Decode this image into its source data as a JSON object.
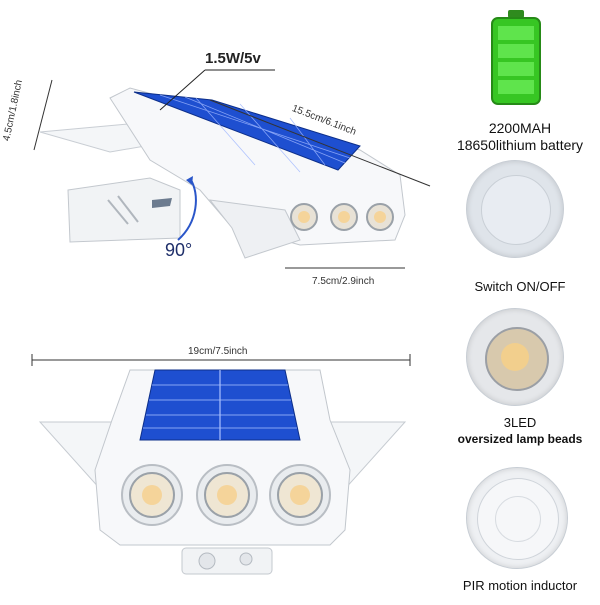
{
  "top_view": {
    "power_label": "1.5W/5v",
    "height_label": "4.5cm/1.8inch",
    "length_label": "15.5cm/6.1inch",
    "rotation_label": "90°",
    "depth_label": "7.5cm/2.9inch"
  },
  "front_view": {
    "width_label": "19cm/7.5inch"
  },
  "features": [
    {
      "icon": "battery-icon",
      "line1": "2200MAH",
      "line2": "18650lithium battery"
    },
    {
      "icon": "switch-icon",
      "line1": "Switch ON/OFF",
      "line2": ""
    },
    {
      "icon": "led-icon",
      "line1": "3LED",
      "line2": "oversized lamp beads"
    },
    {
      "icon": "pir-sensor-icon",
      "line1": "PIR motion inductor",
      "line2": ""
    }
  ],
  "colors": {
    "panel_blue": "#1e4fd0",
    "battery_green": "#37c623",
    "rotation_blue": "#2a56c9"
  }
}
